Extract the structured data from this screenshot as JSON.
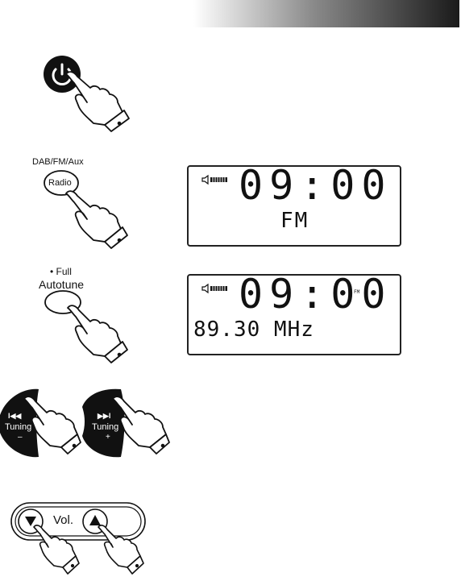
{
  "colors": {
    "ink": "#111111",
    "header_dark": "#1a1a1a",
    "button_black": "#111111"
  },
  "icons": [
    "power-icon",
    "pointing-hand-icon",
    "speaker-signal-icon",
    "tune-back-icon",
    "tune-forward-icon",
    "volume-down-icon",
    "volume-up-icon"
  ],
  "radio_button": {
    "caption": "DAB/FM/Aux",
    "label": "Radio"
  },
  "autotune_button": {
    "caption_line1": "• Full",
    "caption_line2": "Autotune"
  },
  "display1": {
    "time": "09:00",
    "mode": "FM"
  },
  "display2": {
    "time": "09:00",
    "band": "FM",
    "frequency": "89.30 MHz"
  },
  "tuning_down": {
    "symbol": "I◀◀",
    "label": "Tuning",
    "sign": "–"
  },
  "tuning_up": {
    "symbol": "▶▶I",
    "label": "Tuning",
    "sign": "+"
  },
  "volume": {
    "label": "Vol."
  }
}
